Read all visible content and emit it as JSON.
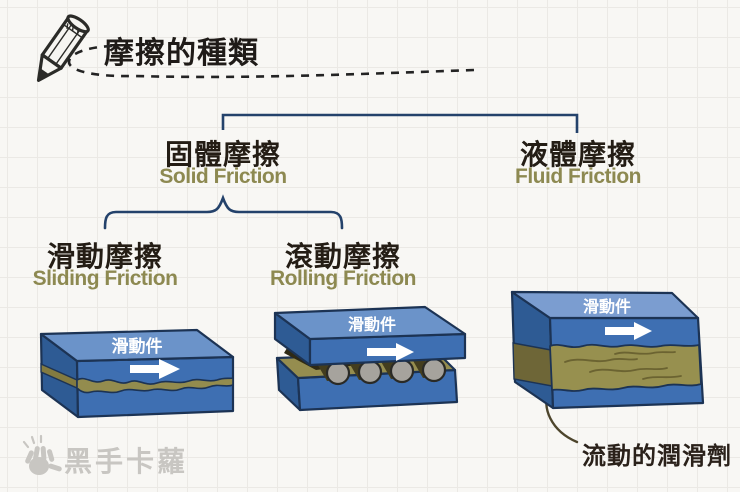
{
  "title": "摩擦的種類",
  "tree": {
    "solid": {
      "zh": "固體摩擦",
      "en": "Solid Friction"
    },
    "fluid": {
      "zh": "液體摩擦",
      "en": "Fluid Friction"
    },
    "sliding": {
      "zh": "滑動摩擦",
      "en": "Sliding Friction"
    },
    "rolling": {
      "zh": "滾動摩擦",
      "en": "Rolling Friction"
    }
  },
  "diagrams": {
    "sliding_label": "滑動件",
    "rolling_label": "滑動件",
    "fluid_label": "滑動件",
    "fluid_annotation": "流動的潤滑劑"
  },
  "watermark": "黑手卡蘿",
  "colors": {
    "bracket": "#24426b",
    "zh_text": "#241d15",
    "en_text": "#8d8951",
    "block_top": "#6b93c9",
    "block_top_light": "#7b9dd0",
    "block_front": "#3e6fb2",
    "block_side": "#2e5b94",
    "outline": "#1c3354",
    "lubricant": "#97904f",
    "lubricant_dark": "#6e6637",
    "roller": "#a6a39d",
    "annotation_arrow": "#4d452c",
    "watermark_gray": "#c8c6c2"
  }
}
